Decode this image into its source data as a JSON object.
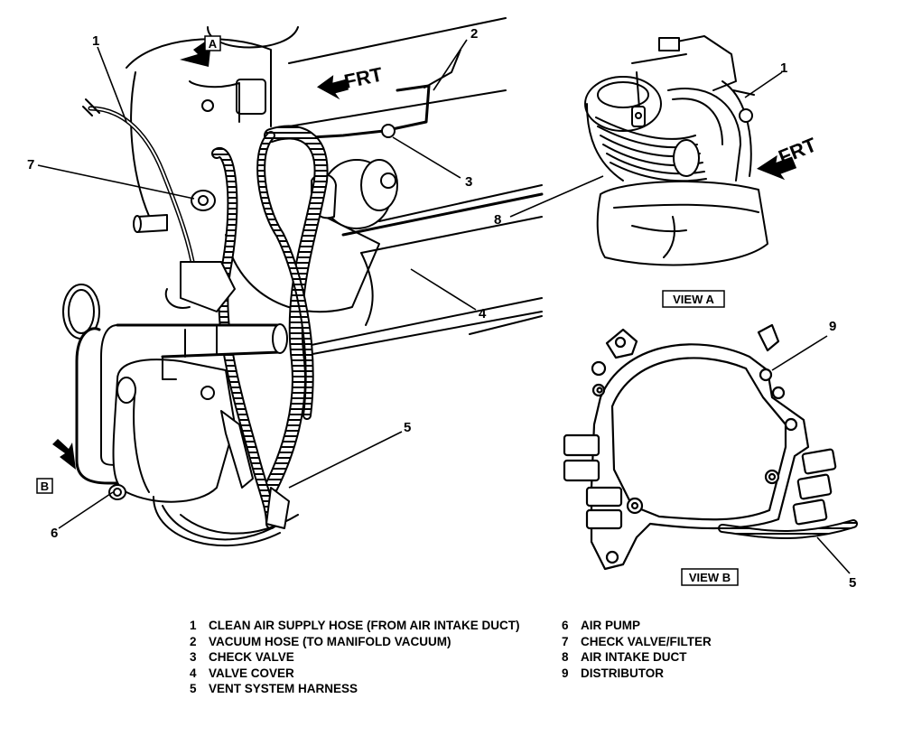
{
  "labels": {
    "callout_1_main": "1",
    "callout_2": "2",
    "callout_3": "3",
    "callout_4": "4",
    "callout_5_main": "5",
    "callout_6": "6",
    "callout_7": "7",
    "callout_8": "8",
    "callout_1_viewa": "1",
    "callout_9": "9",
    "callout_5_viewb": "5",
    "view_marker_a": "A",
    "view_marker_b": "B",
    "frt_main": "FRT",
    "frt_viewa": "FRT",
    "view_a_caption": "VIEW A",
    "view_b_caption": "VIEW B"
  },
  "legend": {
    "left": [
      {
        "num": "1",
        "text": "CLEAN AIR SUPPLY HOSE (FROM AIR INTAKE DUCT)"
      },
      {
        "num": "2",
        "text": "VACUUM HOSE (TO MANIFOLD VACUUM)"
      },
      {
        "num": "3",
        "text": "CHECK VALVE"
      },
      {
        "num": "4",
        "text": "VALVE COVER"
      },
      {
        "num": "5",
        "text": "VENT SYSTEM HARNESS"
      }
    ],
    "right": [
      {
        "num": "6",
        "text": "AIR PUMP"
      },
      {
        "num": "7",
        "text": "CHECK VALVE/FILTER"
      },
      {
        "num": "8",
        "text": "AIR INTAKE DUCT"
      },
      {
        "num": "9",
        "text": "DISTRIBUTOR"
      }
    ]
  }
}
